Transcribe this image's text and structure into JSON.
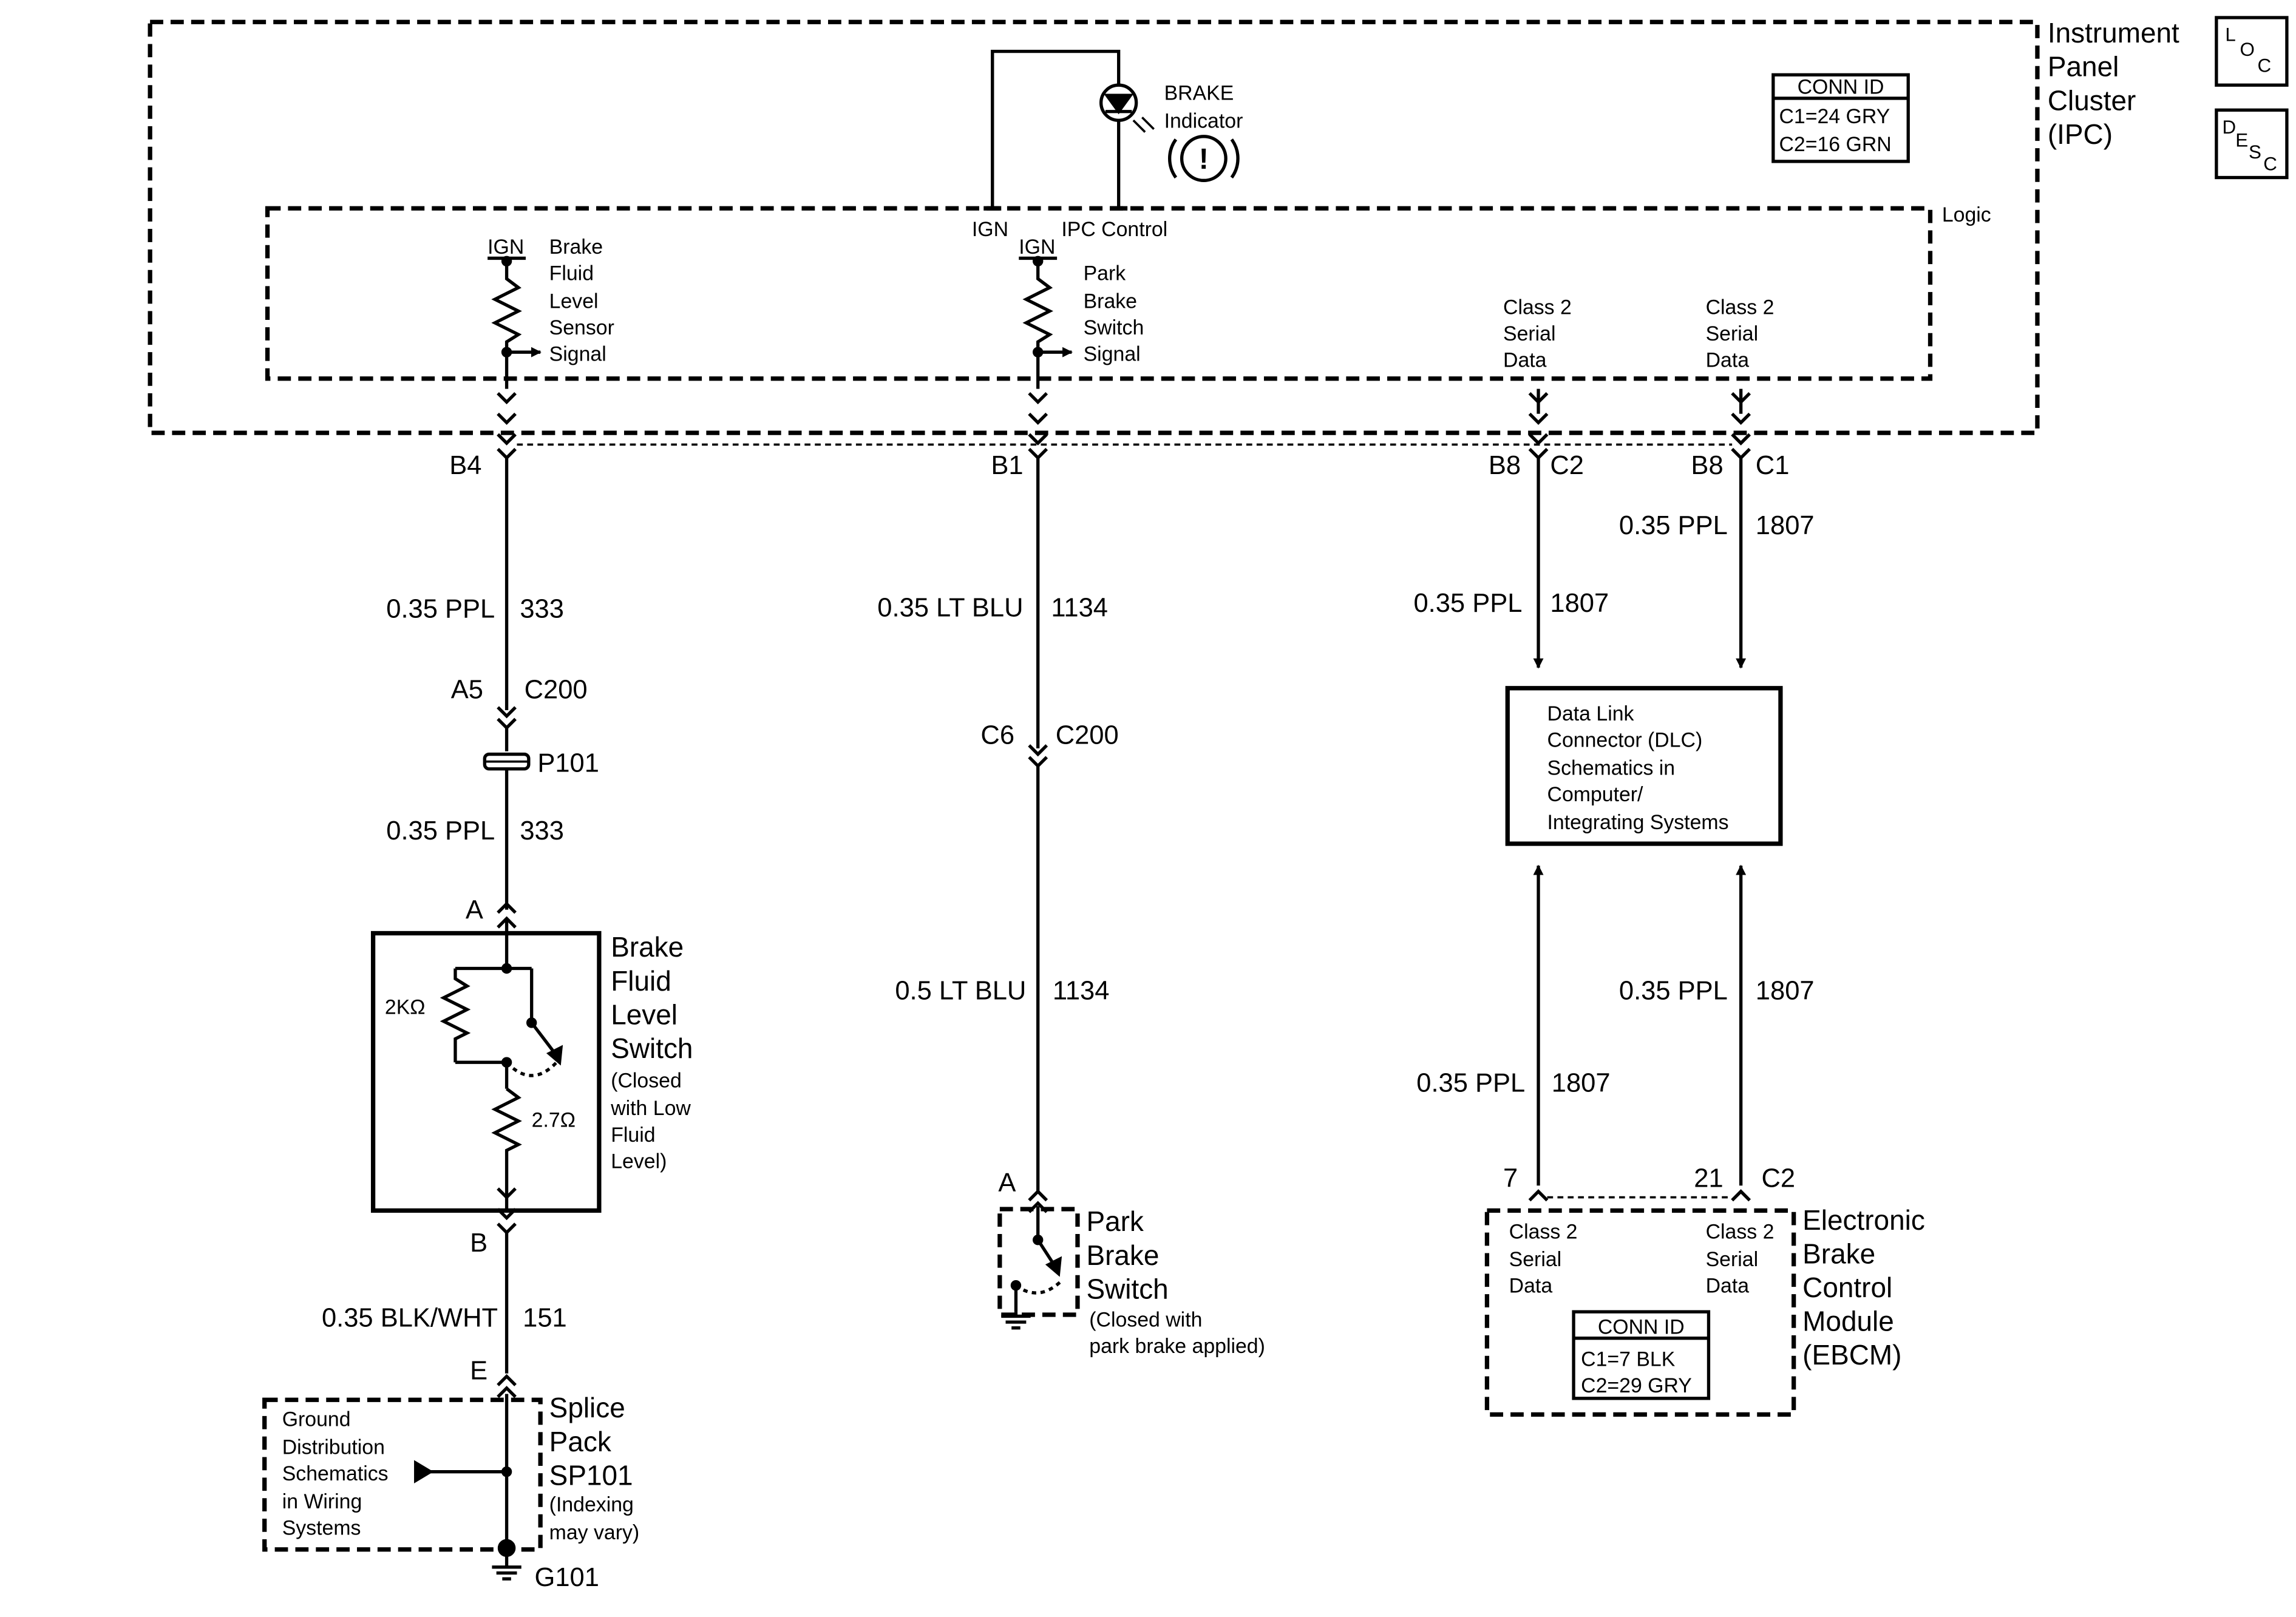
{
  "ipc": {
    "name_lines": [
      "Instrument",
      "Panel",
      "Cluster",
      "(IPC)"
    ],
    "logic_label": "Logic",
    "conn_id": {
      "title": "CONN ID",
      "c1": "C1=24 GRY",
      "c2": "C2=16 GRN"
    }
  },
  "icons": {
    "loc": {
      "l": "L",
      "o": "O",
      "c": "C"
    },
    "desc": {
      "d": "D",
      "e": "E",
      "s": "S",
      "c": "C"
    }
  },
  "brake_indicator": {
    "line1": "BRAKE",
    "line2": "Indicator",
    "symbol": "!"
  },
  "logic": {
    "ign_a": "IGN",
    "ign_b": "IGN",
    "ign_c": "IGN",
    "ipc_control": "IPC Control",
    "fluid_signal": [
      "Brake",
      "Fluid",
      "Level",
      "Sensor",
      "Signal"
    ],
    "park_signal": [
      "Park",
      "Brake",
      "Switch",
      "Signal"
    ],
    "serial_left": [
      "Class 2",
      "Serial",
      "Data"
    ],
    "serial_right": [
      "Class 2",
      "Serial",
      "Data"
    ]
  },
  "pins": {
    "b4": "B4",
    "b1": "B1",
    "b8_left": "B8",
    "c2": "C2",
    "b8_right": "B8",
    "c1": "C1"
  },
  "circuit_333": {
    "wire_top": {
      "gauge": "0.35 PPL",
      "circuit": "333"
    },
    "c200_pin": "A5",
    "c200_label": "C200",
    "splice": "P101",
    "wire_bottom": {
      "gauge": "0.35 PPL",
      "circuit": "333"
    },
    "pin_a": "A"
  },
  "fluid_switch": {
    "name_lines": [
      "Brake",
      "Fluid",
      "Level",
      "Switch"
    ],
    "note_lines": [
      "(Closed",
      "with Low",
      "Fluid",
      "Level)"
    ],
    "r1": "2KΩ",
    "r2": "2.7Ω",
    "pin_b": "B"
  },
  "circuit_151": {
    "wire": {
      "gauge": "0.35 BLK/WHT",
      "circuit": "151"
    },
    "pin_e": "E"
  },
  "splice_pack": {
    "name_lines": [
      "Splice",
      "Pack",
      "SP101"
    ],
    "note_lines": [
      "(Indexing",
      "may vary)"
    ],
    "ground_lines": [
      "Ground",
      "Distribution",
      "Schematics",
      "in Wiring",
      "Systems"
    ],
    "ground_id": "G101"
  },
  "circuit_1134": {
    "wire_top": {
      "gauge": "0.35 LT BLU",
      "circuit": "1134"
    },
    "c200_pin": "C6",
    "c200_label": "C200",
    "wire_bottom": {
      "gauge": "0.5 LT BLU",
      "circuit": "1134"
    },
    "pin_a": "A"
  },
  "park_switch": {
    "name_lines": [
      "Park",
      "Brake",
      "Switch"
    ],
    "note_lines": [
      "(Closed with",
      "park brake applied)"
    ]
  },
  "circuit_1807": {
    "upper_right": {
      "gauge": "0.35 PPL",
      "circuit": "1807"
    },
    "upper_left": {
      "gauge": "0.35 PPL",
      "circuit": "1807"
    },
    "lower_right": {
      "gauge": "0.35 PPL",
      "circuit": "1807"
    },
    "lower_left": {
      "gauge": "0.35 PPL",
      "circuit": "1807"
    }
  },
  "dlc": {
    "lines": [
      "Data Link",
      "Connector (DLC)",
      "Schematics in",
      "Computer/",
      "Integrating Systems"
    ]
  },
  "ebcm": {
    "pin_7": "7",
    "pin_21": "21",
    "c2": "C2",
    "name_lines": [
      "Electronic",
      "Brake",
      "Control",
      "Module",
      "(EBCM)"
    ],
    "serial_left": [
      "Class 2",
      "Serial",
      "Data"
    ],
    "serial_right": [
      "Class 2",
      "Serial",
      "Data"
    ],
    "conn_id": {
      "title": "CONN ID",
      "c1": "C1=7 BLK",
      "c2": "C2=29 GRY"
    }
  }
}
